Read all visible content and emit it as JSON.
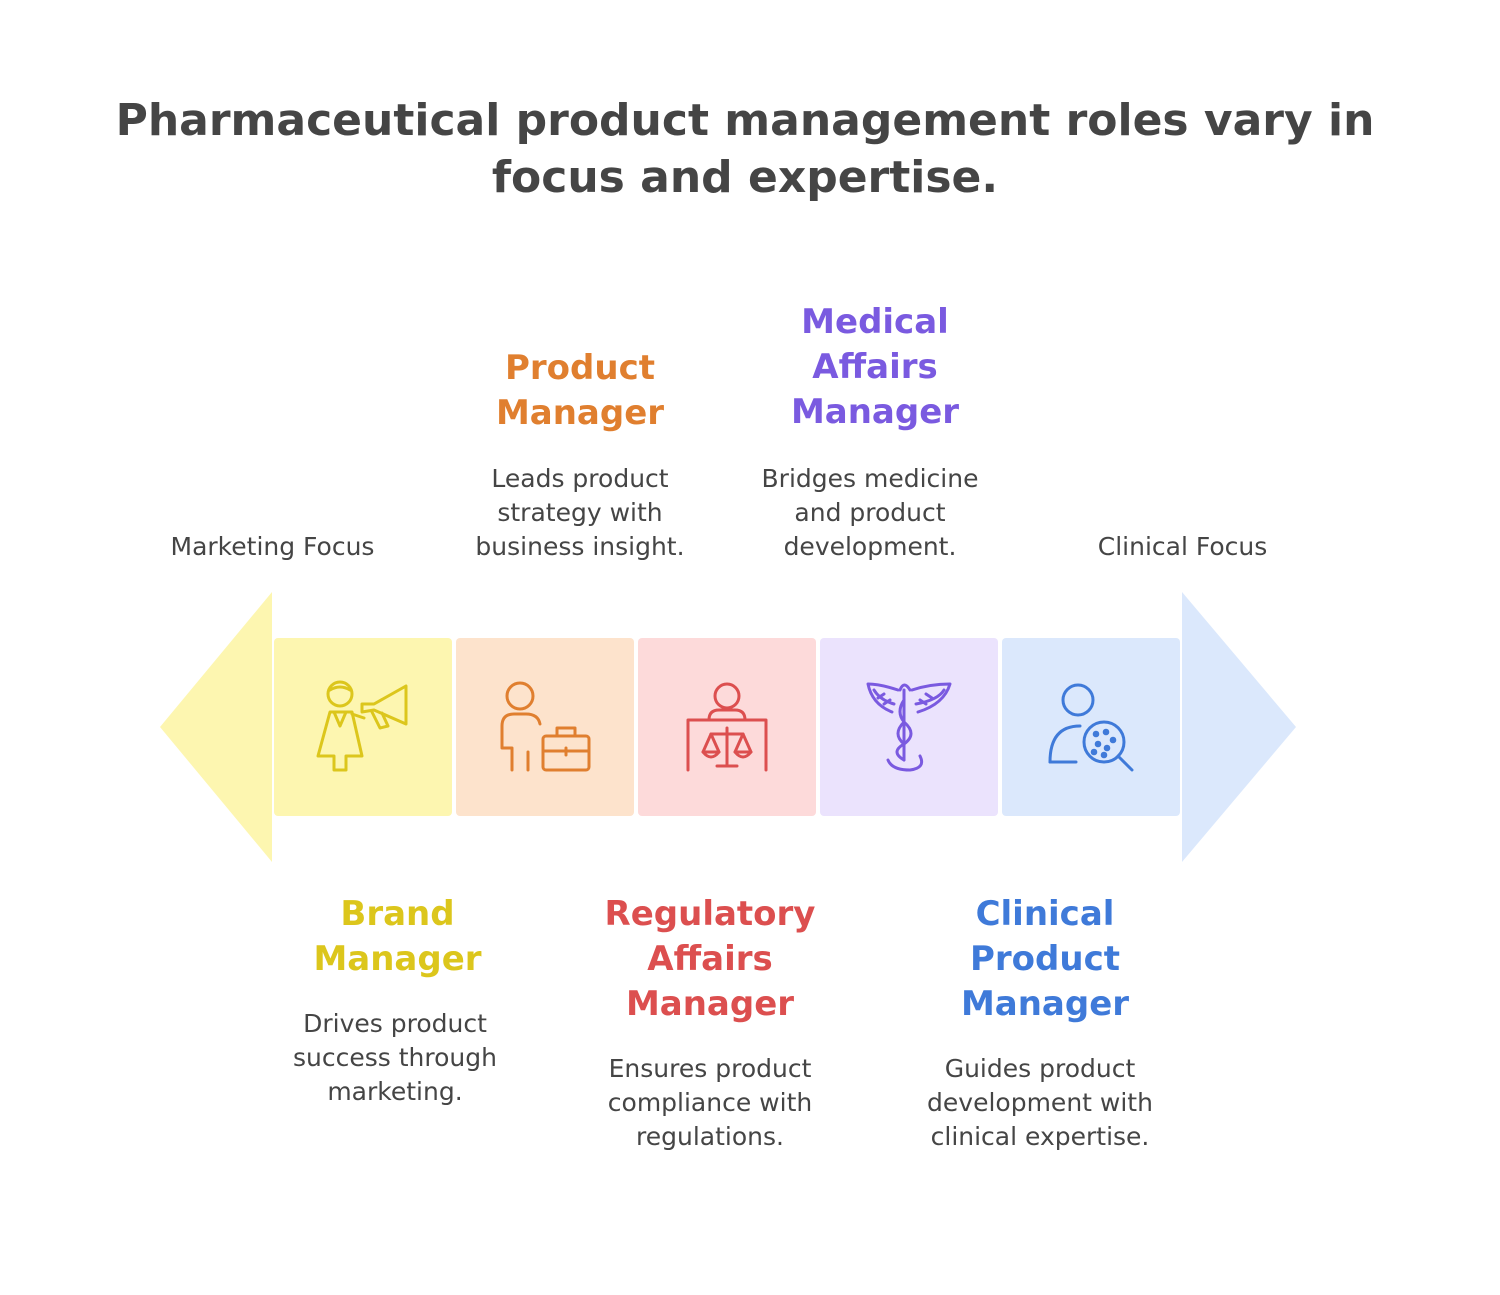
{
  "title": "Pharmaceutical product management roles vary in focus and expertise.",
  "spectrum": {
    "left_label": "Marketing Focus",
    "right_label": "Clinical Focus",
    "left_arrow_color": "#fdf6b0",
    "right_arrow_color": "#dbe8fc"
  },
  "roles": [
    {
      "title": "Brand Manager",
      "description": "Drives product success through marketing.",
      "color": "#dcc61c",
      "tile_color": "#fdf6b0",
      "icon": "megaphone-person-icon"
    },
    {
      "title": "Product Manager",
      "description": "Leads product strategy with business insight.",
      "color": "#e07f2f",
      "tile_color": "#fde3cc",
      "icon": "person-briefcase-icon"
    },
    {
      "title": "Regulatory Affairs Manager",
      "description": "Ensures product compliance with regulations.",
      "color": "#dc4f4f",
      "tile_color": "#fddada",
      "icon": "scales-podium-icon"
    },
    {
      "title": "Medical Affairs Manager",
      "description": "Bridges medicine and product development.",
      "color": "#7a5ae0",
      "tile_color": "#ebe3fd",
      "icon": "caduceus-icon"
    },
    {
      "title": "Clinical Product Manager",
      "description": "Guides product development with clinical expertise.",
      "color": "#3f7ad9",
      "tile_color": "#dbe8fc",
      "icon": "person-magnifier-icon"
    }
  ]
}
